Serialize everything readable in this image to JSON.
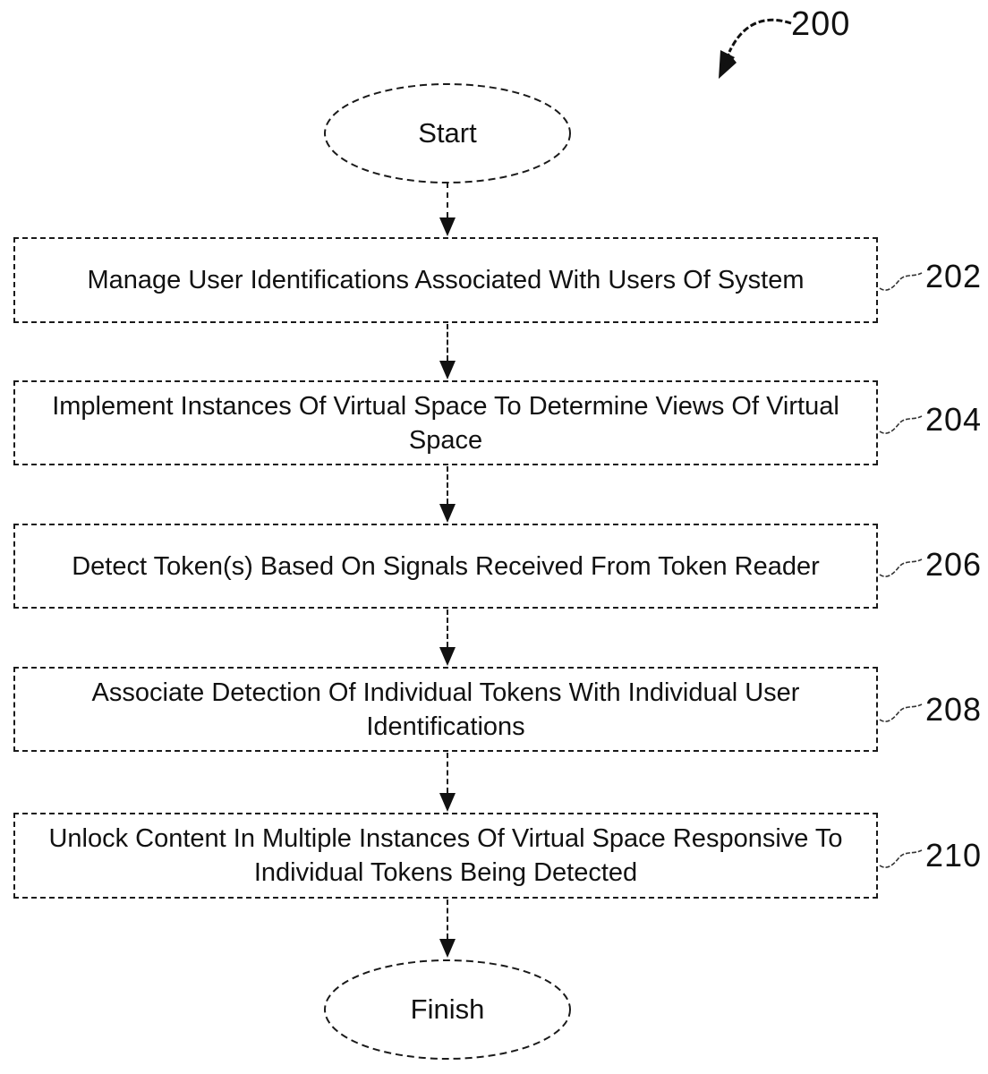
{
  "figure": {
    "reference_label": "200",
    "terminals": {
      "start": "Start",
      "finish": "Finish"
    },
    "steps": [
      {
        "text": "Manage User Identifications Associated With Users Of System",
        "ref": "202"
      },
      {
        "text": "Implement Instances Of Virtual Space To Determine Views Of Virtual Space",
        "ref": "204"
      },
      {
        "text": "Detect Token(s) Based On Signals Received From Token Reader",
        "ref": "206"
      },
      {
        "text": "Associate Detection Of Individual Tokens With Individual User Identifications",
        "ref": "208"
      },
      {
        "text": "Unlock Content In Multiple Instances Of Virtual Space Responsive To Individual Tokens Being Detected",
        "ref": "210"
      }
    ],
    "colors": {
      "line": "#1a1a1a",
      "text": "#111111",
      "background": "#ffffff"
    }
  }
}
